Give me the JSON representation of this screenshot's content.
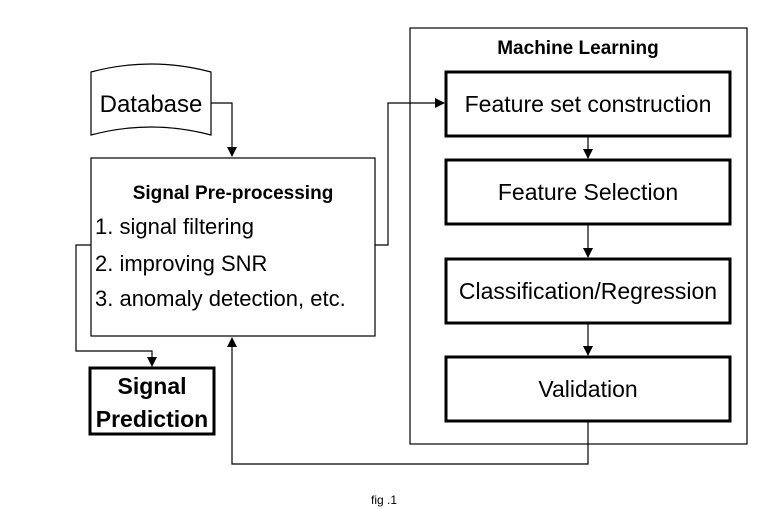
{
  "nodes": {
    "database": {
      "label": "Database"
    },
    "preprocessing": {
      "title": "Signal Pre-processing",
      "items": [
        "1. signal filtering",
        "2. improving SNR",
        "3. anomaly detection, etc."
      ]
    },
    "prediction": {
      "line1": "Signal",
      "line2": "Prediction"
    },
    "ml_group": {
      "title": "Machine Learning"
    },
    "feature_construction": {
      "label": "Feature set construction"
    },
    "feature_selection": {
      "label": "Feature Selection"
    },
    "classification": {
      "label": "Classification/Regression"
    },
    "validation": {
      "label": "Validation"
    }
  },
  "caption": "fig .1"
}
